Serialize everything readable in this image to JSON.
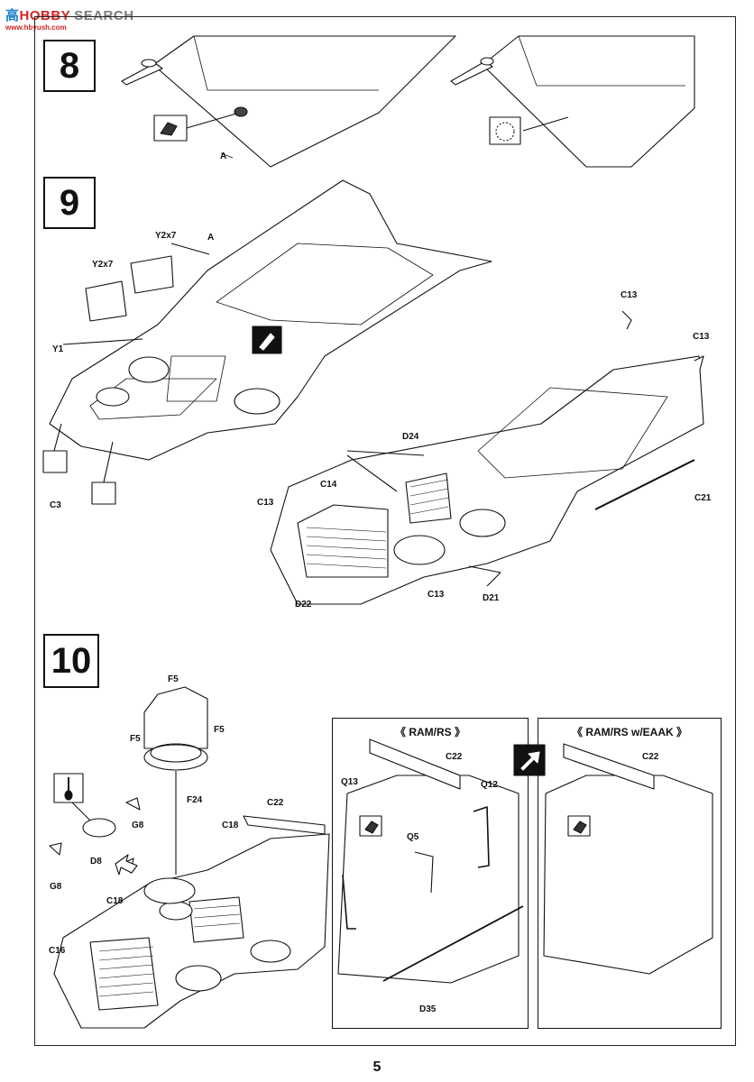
{
  "watermark": {
    "brand_part1": "高",
    "brand_part2": "HOBBY",
    "brand_part3": "SEARCH",
    "url": "www.hbyush.com"
  },
  "steps": [
    {
      "number": "8"
    },
    {
      "number": "9"
    },
    {
      "number": "10"
    }
  ],
  "panels": {
    "ram_rs": "《 RAM/RS 》",
    "ram_rs_eaak": "《 RAM/RS w/EAAK 》"
  },
  "labels": {
    "s8_a": "A",
    "s9_y2x7_left": "Y2x7",
    "s9_y2x7_right": "Y2x7",
    "s9_a": "A",
    "s9_y1": "Y1",
    "s9_c3": "C3",
    "s9_c13_top1": "C13",
    "s9_c13_top2": "C13",
    "s9_c13_left": "C13",
    "s9_c13_bottom": "C13",
    "s9_c14": "C14",
    "s9_d24": "D24",
    "s9_c21": "C21",
    "s9_d22": "D22",
    "s9_d21": "D21",
    "s10_f5_top": "F5",
    "s10_f5_right": "F5",
    "s10_f5_left": "F5",
    "s10_f24": "F24",
    "s10_g8_right": "G8",
    "s10_d8": "D8",
    "s10_g8_left": "G8",
    "s10_c22_main": "C22",
    "s10_c18_right": "C18",
    "s10_c18_left": "C18",
    "s10_c16": "C16",
    "s10_c22_ram": "C22",
    "s10_q13": "Q13",
    "s10_q12": "Q12",
    "s10_q5": "Q5",
    "s10_d35": "D35",
    "s10_c22_eaak": "C22"
  },
  "page_number": "5"
}
